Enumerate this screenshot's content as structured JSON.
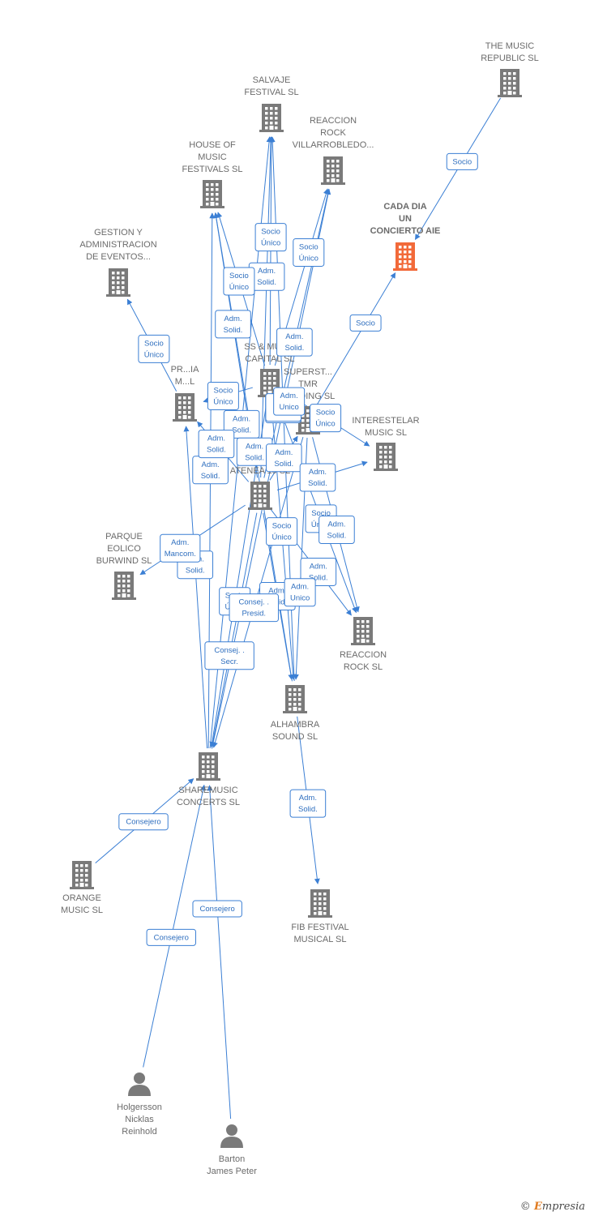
{
  "colors": {
    "edge": "#3b7fd4",
    "building": "#7a7a7a",
    "focus": "#f26a3a",
    "person": "#7a7a7a"
  },
  "nodes": [
    {
      "id": "music_republic",
      "kind": "building",
      "label": [
        "THE MUSIC",
        "REPUBLIC  SL"
      ]
    },
    {
      "id": "salvaje",
      "kind": "building",
      "label": [
        "SALVAJE",
        "FESTIVAL  SL"
      ]
    },
    {
      "id": "reaccion_rock_v",
      "kind": "building",
      "label": [
        "REACCION",
        "ROCK",
        "VILLARROBLEDO..."
      ]
    },
    {
      "id": "house_music",
      "kind": "building",
      "label": [
        "HOUSE OF",
        "MUSIC",
        "FESTIVALS  SL"
      ]
    },
    {
      "id": "cada_dia",
      "kind": "focus",
      "label": [
        "CADA DIA",
        "UN",
        "CONCIERTO AIE"
      ]
    },
    {
      "id": "gestion",
      "kind": "building",
      "label": [
        "GESTION Y",
        "ADMINISTRACION",
        "DE EVENTOS..."
      ]
    },
    {
      "id": "bass_music",
      "kind": "building",
      "label": [
        "SS & MUSIC",
        "CAPITAL SL"
      ]
    },
    {
      "id": "pr_media",
      "kind": "building",
      "label": [
        "PR...IA",
        "M...L"
      ]
    },
    {
      "id": "superstar",
      "kind": "building",
      "label": [
        "SUPERST...",
        "TMR",
        "HOLDING  SL"
      ]
    },
    {
      "id": "interestelar",
      "kind": "building",
      "label": [
        "INTERESTELAR",
        "MUSIC  SL"
      ]
    },
    {
      "id": "atenea",
      "kind": "building",
      "label": [
        "ATENEA 10 SL"
      ]
    },
    {
      "id": "parque",
      "kind": "building",
      "label": [
        "PARQUE",
        "EOLICO",
        "BURWIND  SL"
      ]
    },
    {
      "id": "reaccion_rock",
      "kind": "building",
      "label": [
        "REACCION",
        "ROCK SL"
      ]
    },
    {
      "id": "alhambra",
      "kind": "building",
      "label": [
        "ALHAMBRA",
        "SOUND  SL"
      ]
    },
    {
      "id": "sharemusic",
      "kind": "building",
      "label": [
        "SHAREMUSIC",
        "CONCERTS  SL"
      ]
    },
    {
      "id": "orange",
      "kind": "building",
      "label": [
        "ORANGE",
        "MUSIC  SL"
      ]
    },
    {
      "id": "fib",
      "kind": "building",
      "label": [
        "FIB FESTIVAL",
        "MUSICAL  SL"
      ]
    },
    {
      "id": "holgersson",
      "kind": "person",
      "label": [
        "Holgersson",
        "Nicklas",
        "Reinhold"
      ]
    },
    {
      "id": "barton",
      "kind": "person",
      "label": [
        "Barton",
        "James Peter"
      ]
    }
  ],
  "edges": [
    {
      "from": "music_republic",
      "to": "cada_dia",
      "label": [
        "Socio"
      ]
    },
    {
      "from": "superstar",
      "to": "cada_dia",
      "label": [
        "Socio"
      ]
    },
    {
      "from": "atenea",
      "to": "salvaje",
      "label": [
        "Adm.",
        "Solid."
      ]
    },
    {
      "from": "bass_music",
      "to": "salvaje",
      "label": [
        "Socio",
        "Único"
      ]
    },
    {
      "from": "sharemusic",
      "to": "salvaje",
      "label": [
        "Adm.",
        "Solid."
      ]
    },
    {
      "from": "alhambra",
      "to": "salvaje",
      "label": [
        "Adm.",
        "Solid."
      ]
    },
    {
      "from": "atenea",
      "to": "reaccion_rock_v",
      "label": [
        "Adm.",
        "Solid."
      ]
    },
    {
      "from": "bass_music",
      "to": "reaccion_rock_v",
      "label": [
        "Socio",
        "Único"
      ]
    },
    {
      "from": "sharemusic",
      "to": "reaccion_rock_v",
      "label": [
        "Adm.",
        "Solid."
      ]
    },
    {
      "from": "atenea",
      "to": "house_music",
      "label": [
        "Adm.",
        "Solid."
      ]
    },
    {
      "from": "bass_music",
      "to": "house_music",
      "label": [
        "Socio",
        "Único"
      ]
    },
    {
      "from": "sharemusic",
      "to": "house_music",
      "label": [
        "Adm.",
        "Solid."
      ]
    },
    {
      "from": "alhambra",
      "to": "house_music",
      "label": [
        "Adm.",
        "Solid."
      ]
    },
    {
      "from": "pr_media",
      "to": "gestion",
      "label": [
        "Socio",
        "Único"
      ]
    },
    {
      "from": "atenea",
      "to": "pr_media",
      "label": [
        "Adm.",
        "Solid."
      ]
    },
    {
      "from": "bass_music",
      "to": "pr_media",
      "label": [
        "Socio",
        "Único"
      ]
    },
    {
      "from": "sharemusic",
      "to": "pr_media",
      "label": [
        "Adm.",
        "Solid."
      ]
    },
    {
      "from": "superstar",
      "to": "bass_music",
      "label": [
        "Adm.",
        "Unico"
      ]
    },
    {
      "from": "atenea",
      "to": "superstar",
      "label": [
        "Adm.",
        "Solid."
      ]
    },
    {
      "from": "bass_music",
      "to": "interestelar",
      "label": [
        "Socio",
        "Único"
      ]
    },
    {
      "from": "atenea",
      "to": "interestelar",
      "label": [
        "Adm.",
        "Solid."
      ]
    },
    {
      "from": "atenea",
      "to": "parque",
      "label": [
        "Adm.",
        "Mancom."
      ]
    },
    {
      "from": "atenea",
      "to": "reaccion_rock",
      "label": [
        "Adm.",
        "Solid."
      ]
    },
    {
      "from": "bass_music",
      "to": "reaccion_rock",
      "label": [
        "Socio",
        "Único"
      ]
    },
    {
      "from": "superstar",
      "to": "reaccion_rock",
      "label": [
        "Adm.",
        "Solid."
      ]
    },
    {
      "from": "atenea",
      "to": "alhambra",
      "label": [
        "Adm.",
        "Solid."
      ]
    },
    {
      "from": "bass_music",
      "to": "alhambra",
      "label": [
        "Socio",
        "Único"
      ]
    },
    {
      "from": "superstar",
      "to": "alhambra",
      "label": [
        "Adm.",
        "Unico"
      ]
    },
    {
      "from": "atenea",
      "to": "sharemusic",
      "label": [
        "Consej. .",
        "Secr."
      ]
    },
    {
      "from": "bass_music",
      "to": "sharemusic",
      "label": [
        "Socio",
        "Único"
      ]
    },
    {
      "from": "superstar",
      "to": "sharemusic",
      "label": [
        "Consej. .",
        "Presid."
      ]
    },
    {
      "from": "alhambra",
      "to": "fib",
      "label": [
        "Adm.",
        "Solid."
      ]
    },
    {
      "from": "orange",
      "to": "sharemusic",
      "label": [
        "Consejero"
      ]
    },
    {
      "from": "holgersson",
      "to": "sharemusic",
      "label": [
        "Consejero"
      ]
    },
    {
      "from": "barton",
      "to": "sharemusic",
      "label": [
        "Consejero"
      ]
    }
  ],
  "footer": {
    "symbol": "©",
    "brand_initial": "E",
    "brand_rest": "mpresia"
  }
}
